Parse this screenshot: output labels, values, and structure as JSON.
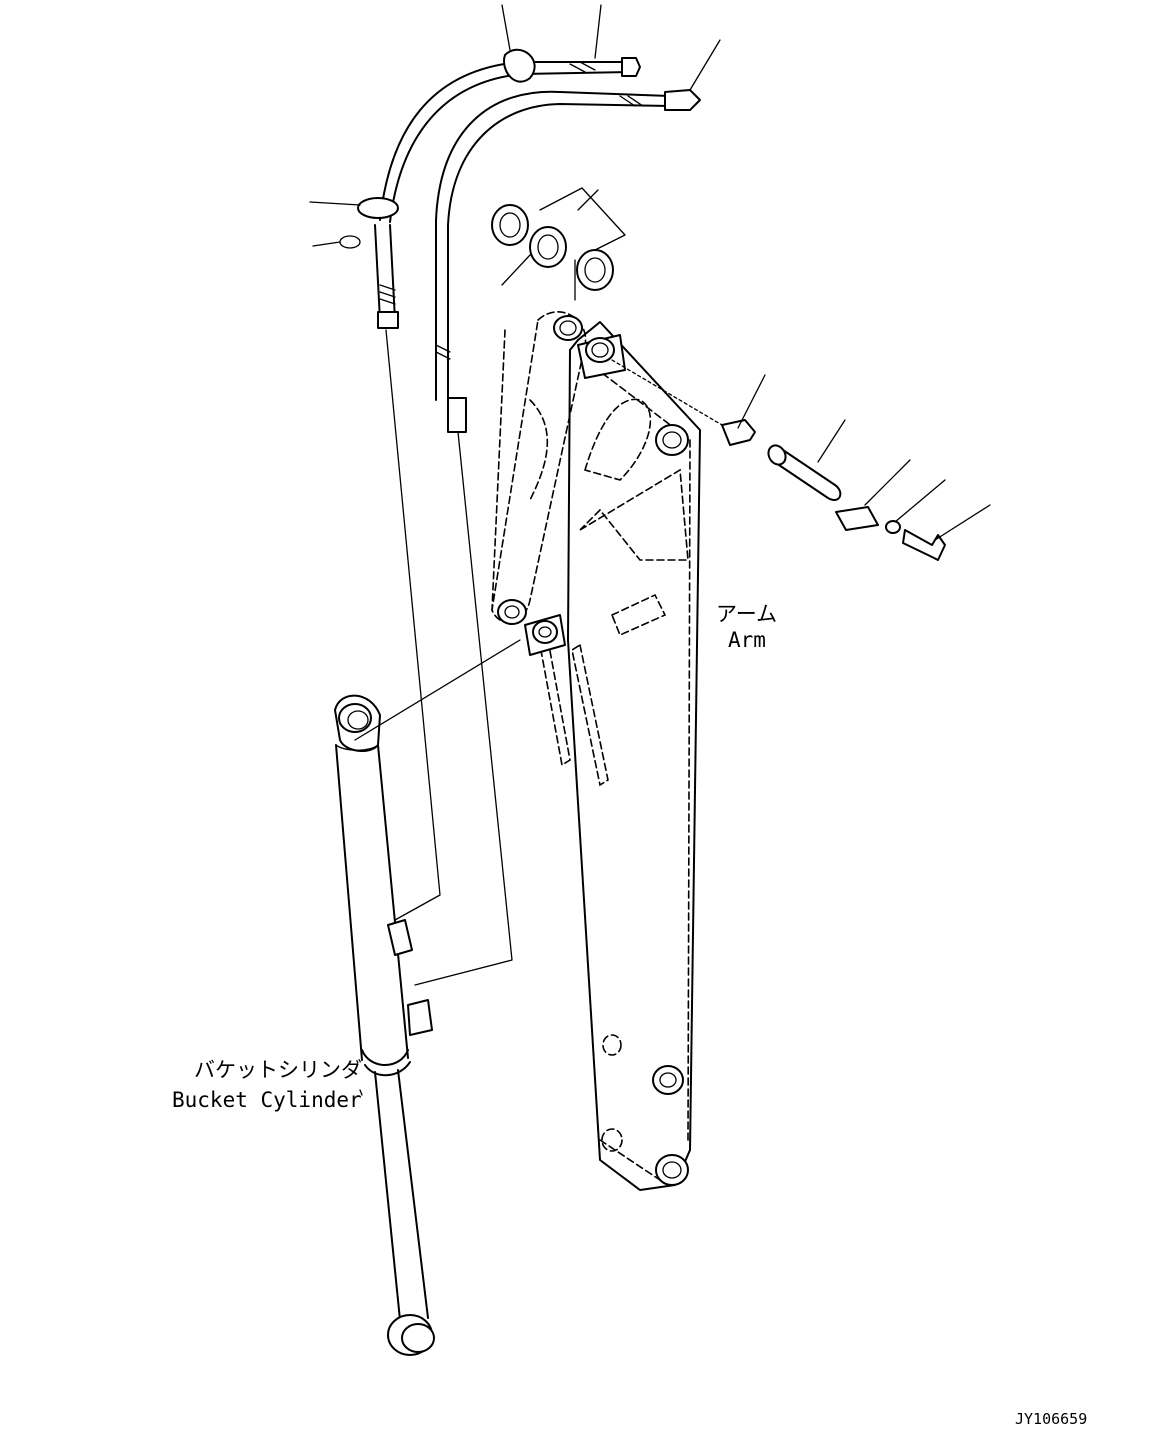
{
  "labels": {
    "arm_jp": "アーム",
    "arm_en": "Arm",
    "bucket_cylinder_jp": "バケットシリンダ",
    "bucket_cylinder_en": "Bucket Cylinder"
  },
  "drawing_id": "JY106659"
}
